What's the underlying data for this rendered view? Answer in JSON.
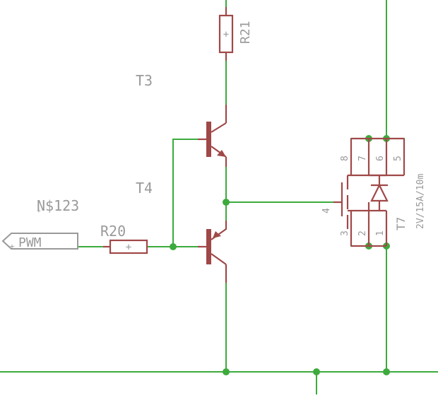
{
  "colors": {
    "wire": "#3daa3d",
    "component": "#a04848",
    "label": "#9a9a9a",
    "background": "#ffffff"
  },
  "labels": {
    "r21": "R21",
    "t3": "T3",
    "t4": "T4",
    "net": "N$123",
    "r20": "R20",
    "pwm": "PWM",
    "t7": "T7",
    "t7_value": "2V/15A/10m"
  },
  "mosfet_pins": {
    "p8": "8",
    "p7": "7",
    "p6": "6",
    "p5": "5",
    "p4": "4",
    "p3": "3",
    "p2": "2",
    "p1": "1"
  },
  "resistor_marker": "+"
}
